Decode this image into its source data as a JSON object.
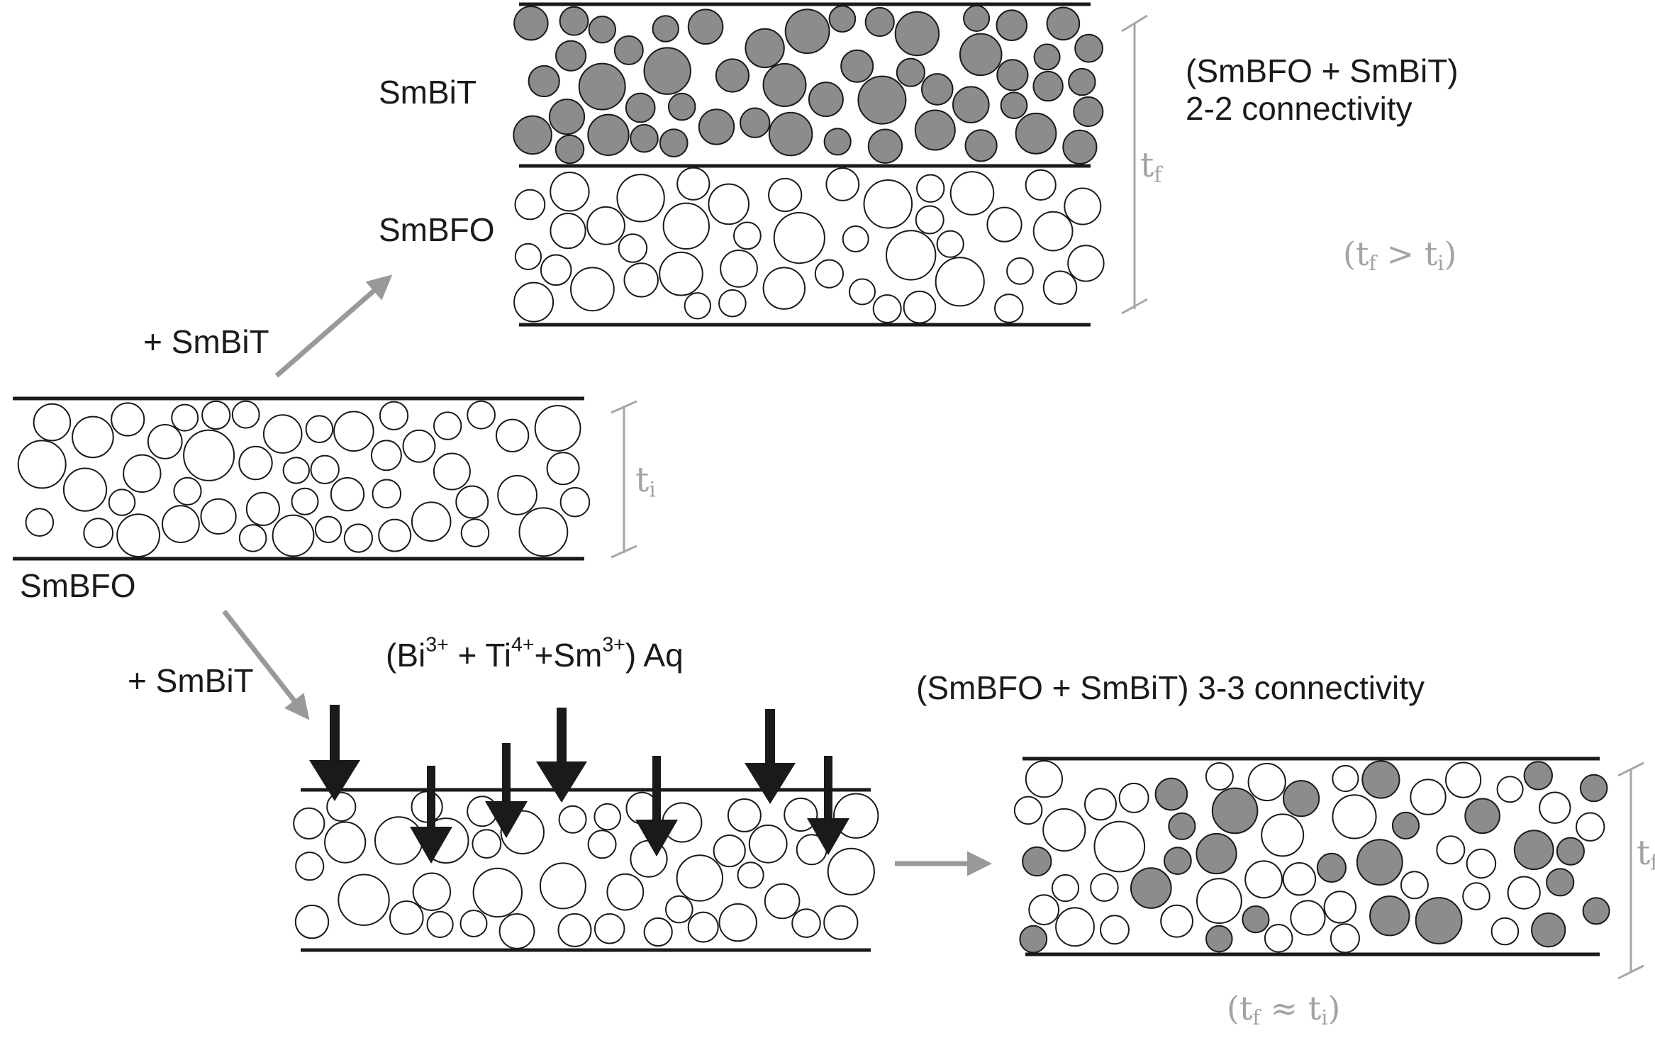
{
  "labels": {
    "top_layer": "SmBiT",
    "middle_layer": "SmBFO",
    "initial_layer": "SmBFO",
    "arrow_up": "+ SmBiT",
    "arrow_down": "+ SmBiT",
    "top_title_line1": "(SmBFO + SmBiT)",
    "top_title_line2": "2-2 connectivity",
    "bottom_title": "(SmBFO + SmBiT) 3-3 connectivity",
    "aqueous": {
      "open": "(Bi",
      "bi_charge": "3+",
      "plus_ti": " + Ti",
      "ti_charge": "4+",
      "plus_sm": "+Sm",
      "sm_charge": "3+",
      "close": ") Aq"
    },
    "thickness_initial": {
      "base": "t",
      "sub": "i"
    },
    "thickness_final_top": {
      "base": "t",
      "sub": "f"
    },
    "thickness_final_bottom": {
      "base": "t",
      "sub": "f"
    },
    "relation_top": {
      "open": "(t",
      "sub1": "f",
      "mid": " > t",
      "sub2": "i",
      "close": ")"
    },
    "relation_bottom": {
      "open": "(t",
      "sub1": "f",
      "mid": " ≈ t",
      "sub2": "i",
      "close": ")"
    }
  },
  "colors": {
    "dark_grain": "#8c8c8c",
    "light_grain": "#ffffff",
    "outline": "#1a1a1a",
    "dimension": "#a6a6a6",
    "process_arrow": "#999999",
    "deposit_arrow": "#1a1a1a"
  }
}
